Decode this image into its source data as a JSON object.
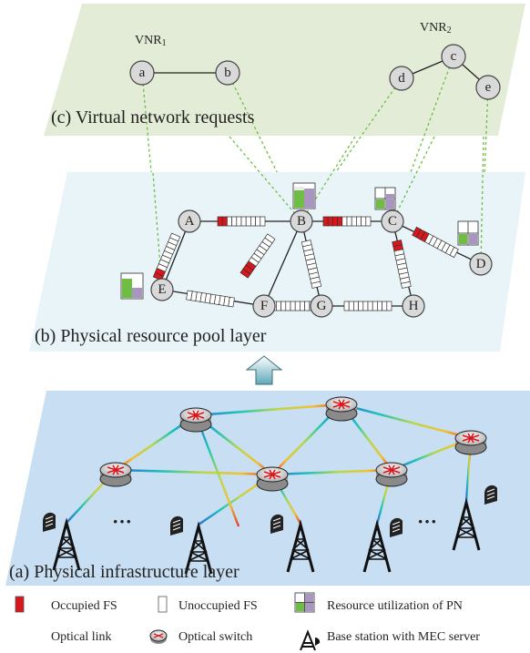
{
  "vnr1_title": "VNR",
  "vnr1_sub": "1",
  "vnr2_title": "VNR",
  "vnr2_sub": "2",
  "virtual_nodes": [
    "a",
    "b",
    "c",
    "d",
    "e"
  ],
  "physical_nodes": [
    "A",
    "B",
    "C",
    "D",
    "E",
    "F",
    "G",
    "H"
  ],
  "layer_c_title": "(c) Virtual network requests",
  "layer_b_title": "(b) Physical resource pool layer",
  "layer_a_title": "(a) Physical infrastructure layer",
  "ellipsis": "···",
  "legend": {
    "occupied_fs": "Occupied FS",
    "unoccupied_fs": "Unoccupied FS",
    "resource_util": "Resource utilization of PN",
    "optical_link": "Optical link",
    "optical_switch": "Optical switch",
    "base_station": "Base station with MEC server"
  },
  "colors": {
    "layer_c": "#e3ecd6",
    "layer_b": "#e8f4f8",
    "layer_a": "#c7def3",
    "occupied": "#d9161c",
    "node_fill": "#d9d9d9",
    "dashed_link": "#6fbe44"
  }
}
